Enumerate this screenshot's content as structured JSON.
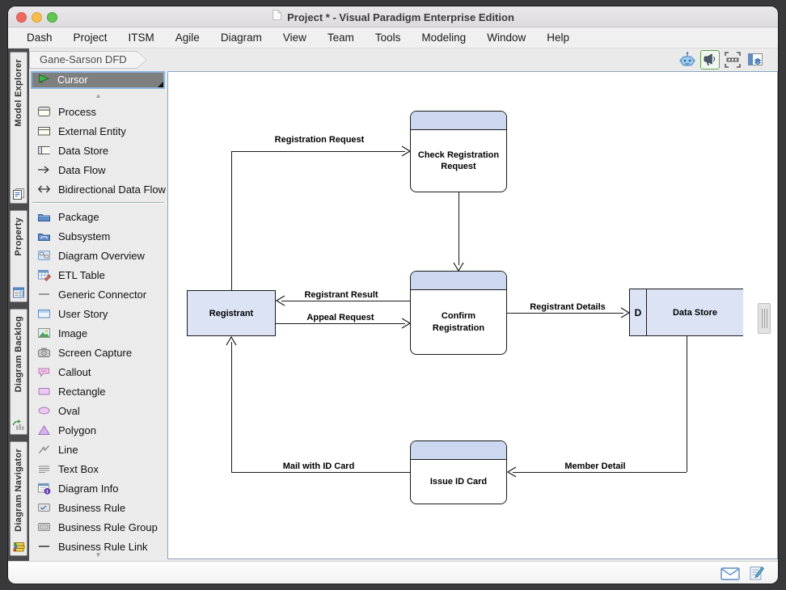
{
  "window": {
    "title": "Project * - Visual Paradigm Enterprise Edition"
  },
  "menu_bar": {
    "items": [
      "Dash",
      "Project",
      "ITSM",
      "Agile",
      "Diagram",
      "View",
      "Team",
      "Tools",
      "Modeling",
      "Window",
      "Help"
    ]
  },
  "breadcrumb": {
    "current": "Gane-Sarson DFD"
  },
  "toolbar": {
    "buttons": [
      {
        "icon": "assistant-robot-icon"
      },
      {
        "icon": "announcement-icon",
        "selected": true
      },
      {
        "icon": "selection-frame-icon"
      },
      {
        "icon": "panel-views-icon"
      }
    ]
  },
  "side_tabs": [
    {
      "label": "Model Explorer",
      "icon": "model-explorer-icon"
    },
    {
      "label": "Property",
      "icon": "property-icon"
    },
    {
      "label": "Diagram Backlog",
      "icon": "diagram-backlog-icon"
    },
    {
      "label": "Diagram Navigator",
      "icon": "diagram-navigator-icon"
    }
  ],
  "palette": {
    "cursor": {
      "label": "Cursor",
      "icon": "cursor-arrow-icon",
      "selected": true
    },
    "scroll_up_icon": "▲",
    "scroll_down_icon": "▼",
    "items": [
      {
        "label": "Process",
        "icon": "process-icon"
      },
      {
        "label": "External Entity",
        "icon": "external-entity-icon"
      },
      {
        "label": "Data Store",
        "icon": "data-store-icon"
      },
      {
        "label": "Data Flow",
        "icon": "data-flow-icon"
      },
      {
        "label": "Bidirectional Data Flow",
        "icon": "bidirectional-data-flow-icon"
      },
      {
        "label": "Package",
        "icon": "package-icon"
      },
      {
        "label": "Subsystem",
        "icon": "subsystem-icon"
      },
      {
        "label": "Diagram Overview",
        "icon": "diagram-overview-icon"
      },
      {
        "label": "ETL Table",
        "icon": "etl-table-icon"
      },
      {
        "label": "Generic Connector",
        "icon": "generic-connector-icon"
      },
      {
        "label": "User Story",
        "icon": "user-story-icon"
      },
      {
        "label": "Image",
        "icon": "image-icon"
      },
      {
        "label": "Screen Capture",
        "icon": "screen-capture-icon"
      },
      {
        "label": "Callout",
        "icon": "callout-icon"
      },
      {
        "label": "Rectangle",
        "icon": "rectangle-icon"
      },
      {
        "label": "Oval",
        "icon": "oval-icon"
      },
      {
        "label": "Polygon",
        "icon": "polygon-icon"
      },
      {
        "label": "Line",
        "icon": "line-icon"
      },
      {
        "label": "Text Box",
        "icon": "text-box-icon"
      },
      {
        "label": "Diagram Info",
        "icon": "diagram-info-icon"
      },
      {
        "label": "Business Rule",
        "icon": "business-rule-icon"
      },
      {
        "label": "Business Rule Group",
        "icon": "business-rule-group-icon"
      },
      {
        "label": "Business Rule Link",
        "icon": "business-rule-link-icon"
      }
    ]
  },
  "diagram": {
    "nodes": {
      "registrant": {
        "type": "external-entity",
        "label": "Registrant"
      },
      "check_registration": {
        "type": "process",
        "label": "Check Registration Request"
      },
      "confirm_registration": {
        "type": "process",
        "label": "Confirm Registration"
      },
      "issue_id_card": {
        "type": "process",
        "label": "Issue ID Card"
      },
      "data_store": {
        "type": "data-store",
        "id_label": "D",
        "label": "Data Store"
      }
    },
    "flows": [
      {
        "label": "Registration Request",
        "from": "Registrant",
        "to": "Check Registration Request"
      },
      {
        "label": "",
        "from": "Check Registration Request",
        "to": "Confirm Registration"
      },
      {
        "label": "Registrant Result",
        "from": "Confirm Registration",
        "to": "Registrant"
      },
      {
        "label": "Appeal Request",
        "from": "Registrant",
        "to": "Confirm Registration"
      },
      {
        "label": "Registrant Details",
        "from": "Confirm Registration",
        "to": "Data Store"
      },
      {
        "label": "Member Detail",
        "from": "Data Store",
        "to": "Issue ID Card"
      },
      {
        "label": "Mail with ID Card",
        "from": "Issue ID Card",
        "to": "Registrant"
      }
    ]
  },
  "status_bar": {
    "icons": [
      "mail-icon",
      "compose-note-icon"
    ]
  },
  "colors": {
    "node_fill": "#dbe3f4",
    "process_header_fill": "#ccd8f0",
    "canvas_border": "#8ca3bd",
    "palette_selected_bg": "#7f7f7f",
    "selection_border": "#8ab4de",
    "announcement_selected_border": "#69a74e"
  }
}
